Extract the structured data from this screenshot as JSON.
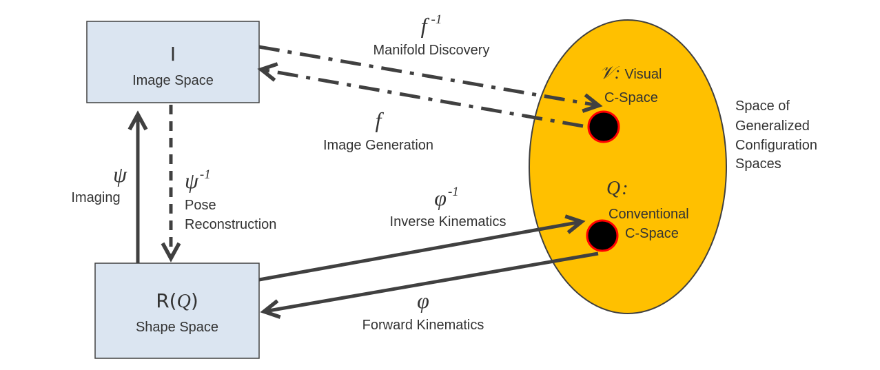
{
  "image_space": {
    "symbol": "I",
    "label": "Image Space"
  },
  "shape_space": {
    "symbol_prefix": "R(",
    "symbol_var": "Q",
    "symbol_suffix": ")",
    "label": "Shape Space"
  },
  "visual_cspace": {
    "symbol": "𝒱",
    "colon": ":",
    "label_line1": "Visual",
    "label_line2": "C-Space"
  },
  "conventional_cspace": {
    "symbol": "Q",
    "colon": ":",
    "label_line1": "Conventional",
    "label_line2": "C-Space"
  },
  "generalized_space": {
    "lines": [
      "Space of",
      "Generalized",
      "Configuration",
      "Spaces"
    ]
  },
  "maps": {
    "manifold_discovery": {
      "symbol": "f",
      "superscript": "-1",
      "label": "Manifold Discovery"
    },
    "image_generation": {
      "symbol": "f",
      "label": "Image Generation"
    },
    "imaging": {
      "symbol": "ψ",
      "label": "Imaging"
    },
    "pose_reconstruction": {
      "symbol": "ψ",
      "superscript": "-1",
      "label_line1": "Pose",
      "label_line2": "Reconstruction"
    },
    "inverse_kinematics": {
      "symbol": "φ",
      "superscript": "-1",
      "label": "Inverse Kinematics"
    },
    "forward_kinematics": {
      "symbol": "φ",
      "label": "Forward Kinematics"
    }
  },
  "colors": {
    "box_fill": "#dbe5f1",
    "box_stroke": "#404040",
    "ellipse_fill": "#ffc000",
    "ellipse_stroke": "#404040",
    "point_fill": "#000000",
    "point_stroke": "#ff0000",
    "arrow": "#404040"
  }
}
